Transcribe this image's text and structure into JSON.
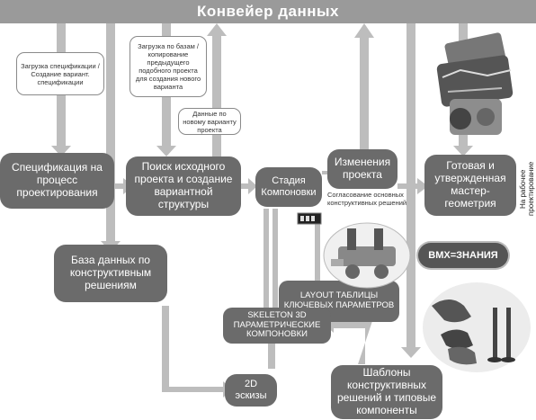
{
  "header": {
    "title": "Конвейер данных"
  },
  "nodes": {
    "spec": "Спецификация на процесс проектирования",
    "search": "Поиск исходного проекта и создание вариантной структуры",
    "layout_stage": "Стадия Компоновки",
    "changes": "Изменения проекта",
    "master": "Готовая и утвержденная мастер-геометрия",
    "database": "База данных по конструктивным решениям",
    "layout_table": "LAYOUT ТАБЛИЦЫ КЛЮЧЕВЫХ ПАРАМЕТРОВ",
    "skeleton": "SKELETON 3D ПАРАМЕТРИЧЕСКИЕ КОМПОНОВКИ",
    "sketch": "2D эскизы",
    "templates": "Шаблоны конструктивных решений и типовые компоненты"
  },
  "bubbles": {
    "load_spec": "Загрузка спецификации / Создание вариант. спецификации",
    "load_base": "Загрузка по базам / копирование предыдущего подобного проекта для создания нового варианта",
    "new_variant": "Данные по новому варианту проекта"
  },
  "notes": {
    "agree": "Согласование основных конструктивных решений",
    "to_work": "На рабочее проектирование"
  },
  "badge": {
    "vmx": "ВМХ=ЗНАНИЯ"
  }
}
